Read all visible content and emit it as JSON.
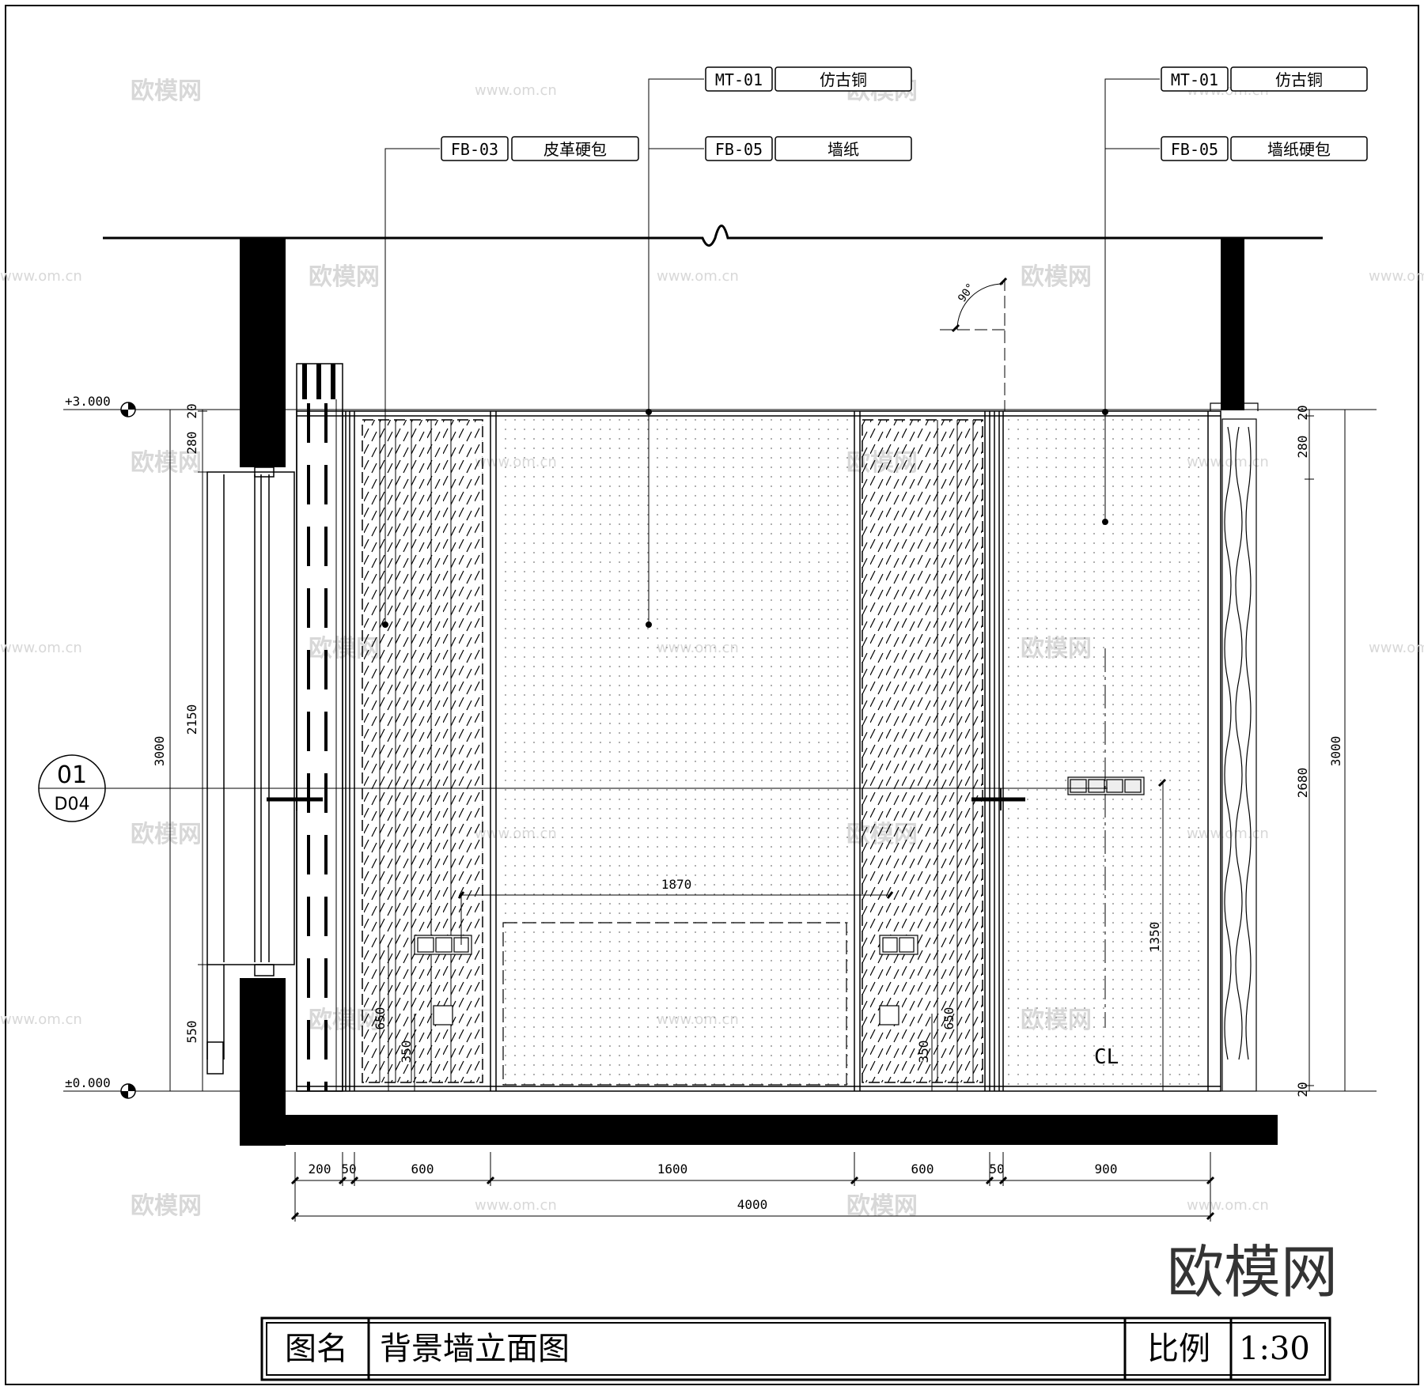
{
  "leaders": [
    {
      "code": "MT-01",
      "material": "仿古铜"
    },
    {
      "code": "FB-03",
      "material": "皮革硬包"
    },
    {
      "code": "FB-05",
      "material": "墙纸"
    },
    {
      "code": "MT-01",
      "material": "仿古铜"
    },
    {
      "code": "FB-05",
      "material": "墙纸硬包"
    }
  ],
  "levels": {
    "top": "+3.000",
    "bottom": "±0.000"
  },
  "section_marker": {
    "number": "01",
    "sheet": "D04"
  },
  "angle_label": "90°",
  "centerline_label": "CL",
  "dims_left": [
    "20",
    "280",
    "2150",
    "550",
    "3000"
  ],
  "dims_right": [
    "20",
    "280",
    "2680",
    "20",
    "3000"
  ],
  "dims_inner": [
    "1870",
    "650",
    "350",
    "650",
    "350",
    "1350"
  ],
  "dims_bottom": [
    "200",
    "50",
    "600",
    "1600",
    "600",
    "50",
    "900"
  ],
  "dims_total": "4000",
  "watermark_logo": "欧模网",
  "watermark_url": "www.om.cn",
  "title_block": {
    "name_label": "图名",
    "name": "背景墙立面图",
    "scale_label": "比例",
    "scale": "1:30"
  }
}
